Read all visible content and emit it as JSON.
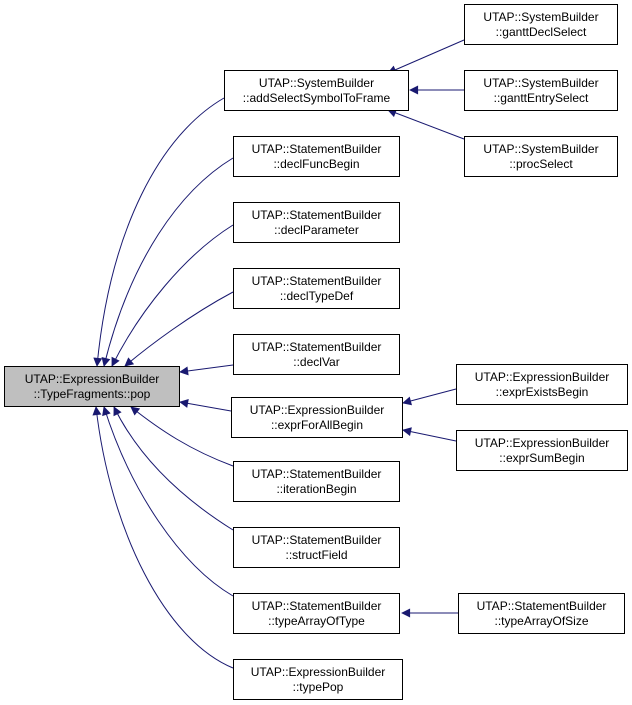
{
  "nodes": {
    "pop": {
      "line1": "UTAP::ExpressionBuilder",
      "line2": "::TypeFragments::pop"
    },
    "addSel": {
      "line1": "UTAP::SystemBuilder",
      "line2": "::addSelectSymbolToFrame"
    },
    "gDecl": {
      "line1": "UTAP::SystemBuilder",
      "line2": "::ganttDeclSelect"
    },
    "gEntry": {
      "line1": "UTAP::SystemBuilder",
      "line2": "::ganttEntrySelect"
    },
    "procSel": {
      "line1": "UTAP::SystemBuilder",
      "line2": "::procSelect"
    },
    "dFunc": {
      "line1": "UTAP::StatementBuilder",
      "line2": "::declFuncBegin"
    },
    "dParam": {
      "line1": "UTAP::StatementBuilder",
      "line2": "::declParameter"
    },
    "dType": {
      "line1": "UTAP::StatementBuilder",
      "line2": "::declTypeDef"
    },
    "dVar": {
      "line1": "UTAP::StatementBuilder",
      "line2": "::declVar"
    },
    "forAll": {
      "line1": "UTAP::ExpressionBuilder",
      "line2": "::exprForAllBegin"
    },
    "exists": {
      "line1": "UTAP::ExpressionBuilder",
      "line2": "::exprExistsBegin"
    },
    "sum": {
      "line1": "UTAP::ExpressionBuilder",
      "line2": "::exprSumBegin"
    },
    "iter": {
      "line1": "UTAP::StatementBuilder",
      "line2": "::iterationBegin"
    },
    "sField": {
      "line1": "UTAP::StatementBuilder",
      "line2": "::structField"
    },
    "tArr": {
      "line1": "UTAP::StatementBuilder",
      "line2": "::typeArrayOfType"
    },
    "tArrSize": {
      "line1": "UTAP::StatementBuilder",
      "line2": "::typeArrayOfSize"
    },
    "tPop": {
      "line1": "UTAP::ExpressionBuilder",
      "line2": "::typePop"
    }
  },
  "colors": {
    "edge": "#191970",
    "focus_fill": "#bfbfbf",
    "node_fill": "#ffffff",
    "node_border": "#000000"
  }
}
